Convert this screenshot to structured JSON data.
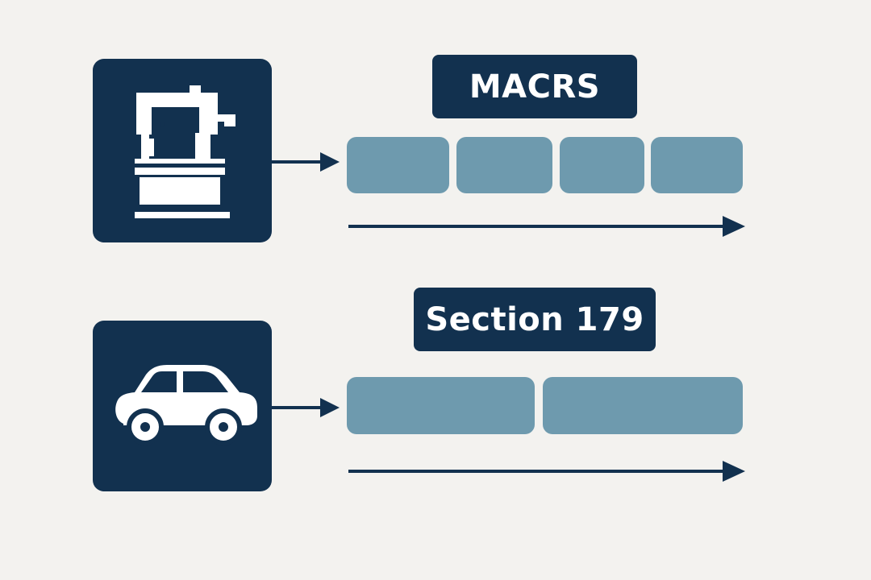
{
  "colors": {
    "background": "#f3f2ef",
    "navy": "#12314f",
    "segment": "#6e9aae",
    "icon_fill": "#ffffff"
  },
  "rows": [
    {
      "icon": "industrial-machine-icon",
      "label": "MACRS",
      "segment_count": 4
    },
    {
      "icon": "car-icon",
      "label": "Section 179",
      "segment_count": 2
    }
  ]
}
